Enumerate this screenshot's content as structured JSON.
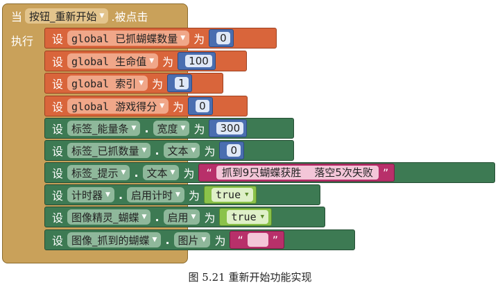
{
  "event": {
    "when": "当",
    "component": "按钮_重新开始",
    "event": ".被点击",
    "do": "执行"
  },
  "rows": [
    {
      "set": "设",
      "var": "global 已抓蝴蝶数量",
      "to": "为",
      "value": "0"
    },
    {
      "set": "设",
      "var": "global 生命值",
      "to": "为",
      "value": "100"
    },
    {
      "set": "设",
      "var": "global 索引",
      "to": "为",
      "value": "1"
    },
    {
      "set": "设",
      "var": "global 游戏得分",
      "to": "为",
      "value": "0"
    },
    {
      "set": "设",
      "component": "标签_能量条",
      "dot": ".",
      "prop": "宽度",
      "to": "为",
      "value": "300"
    },
    {
      "set": "设",
      "component": "标签_已抓数量",
      "dot": ".",
      "prop": "文本",
      "to": "为",
      "value": "0"
    },
    {
      "set": "设",
      "component": "标签_提示",
      "dot": ".",
      "prop": "文本",
      "to": "为",
      "quote_open": "“",
      "value": "抓到9只蝴蝶获胜    落空5次失败",
      "quote_close": "”"
    },
    {
      "set": "设",
      "component": "计时器",
      "dot": ".",
      "prop": "启用计时",
      "to": "为",
      "value": "true"
    },
    {
      "set": "设",
      "component": "图像精灵_蝴蝶",
      "dot": ".",
      "prop": "启用",
      "to": "为",
      "value": "true"
    },
    {
      "set": "设",
      "component": "图像_抓到的蝴蝶",
      "dot": ".",
      "prop": "图片",
      "to": "为",
      "quote_open": "“",
      "value": "",
      "quote_close": "”"
    }
  ],
  "caption": "图 5.21    重新开始功能实现",
  "colors": {
    "event": "#c9a15a",
    "variable_set": "#d9653b",
    "component_set": "#3d7a53",
    "number": "#4a6eb0",
    "logic": "#8bc24a",
    "text": "#b8306a"
  },
  "icons": {
    "dropdown": "dropdown-arrow-icon"
  }
}
